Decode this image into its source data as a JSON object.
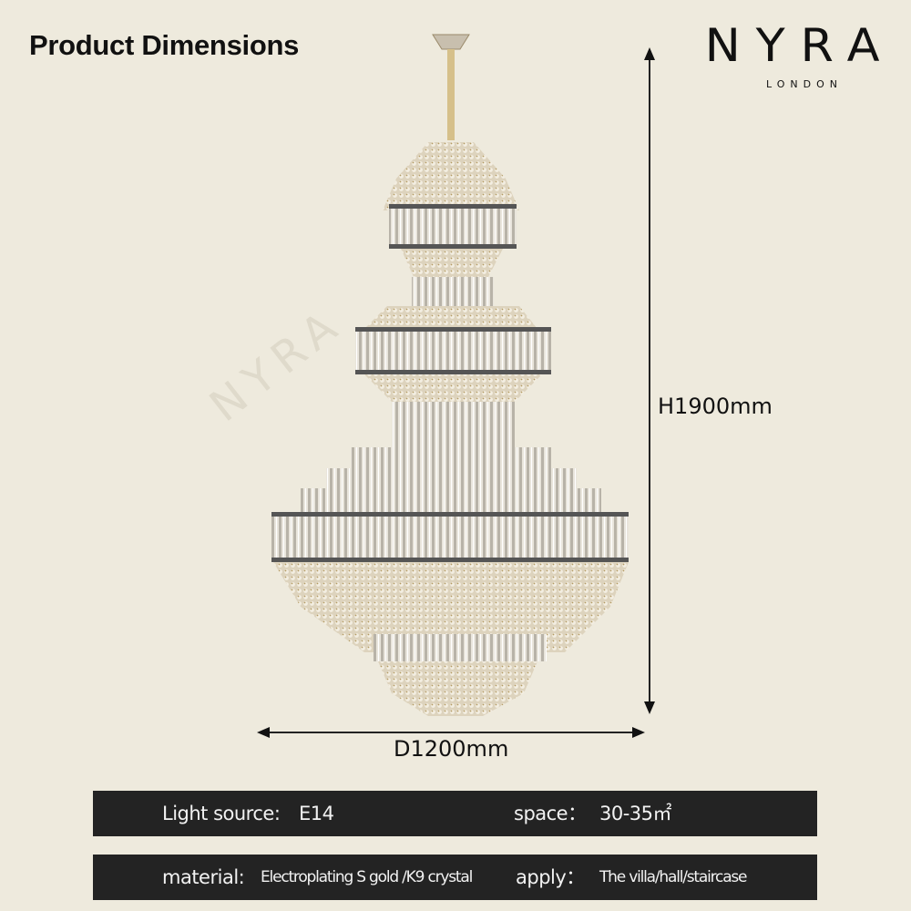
{
  "header": {
    "title": "Product Dimensions"
  },
  "brand": {
    "name": "NYRA",
    "subtitle": "LONDON",
    "watermark": "NYRA"
  },
  "product_image": {
    "subject": "multi-tier gold crystal chandelier"
  },
  "dimensions": {
    "height_label": "H1900mm",
    "diameter_label": "D1200mm"
  },
  "specs": {
    "row1": {
      "light_source_key": "Light source:",
      "light_source_value": "E14",
      "space_key": "space：",
      "space_value": "30-35㎡"
    },
    "row2": {
      "material_key": "material:",
      "material_value": "Electroplating S gold /K9 crystal",
      "apply_key": "apply：",
      "apply_value": "The villa/hall/staircase"
    }
  },
  "colors": {
    "background": "#eeeadd",
    "bar": "#232323",
    "bar_text": "#f2f2f2",
    "text": "#111111"
  }
}
